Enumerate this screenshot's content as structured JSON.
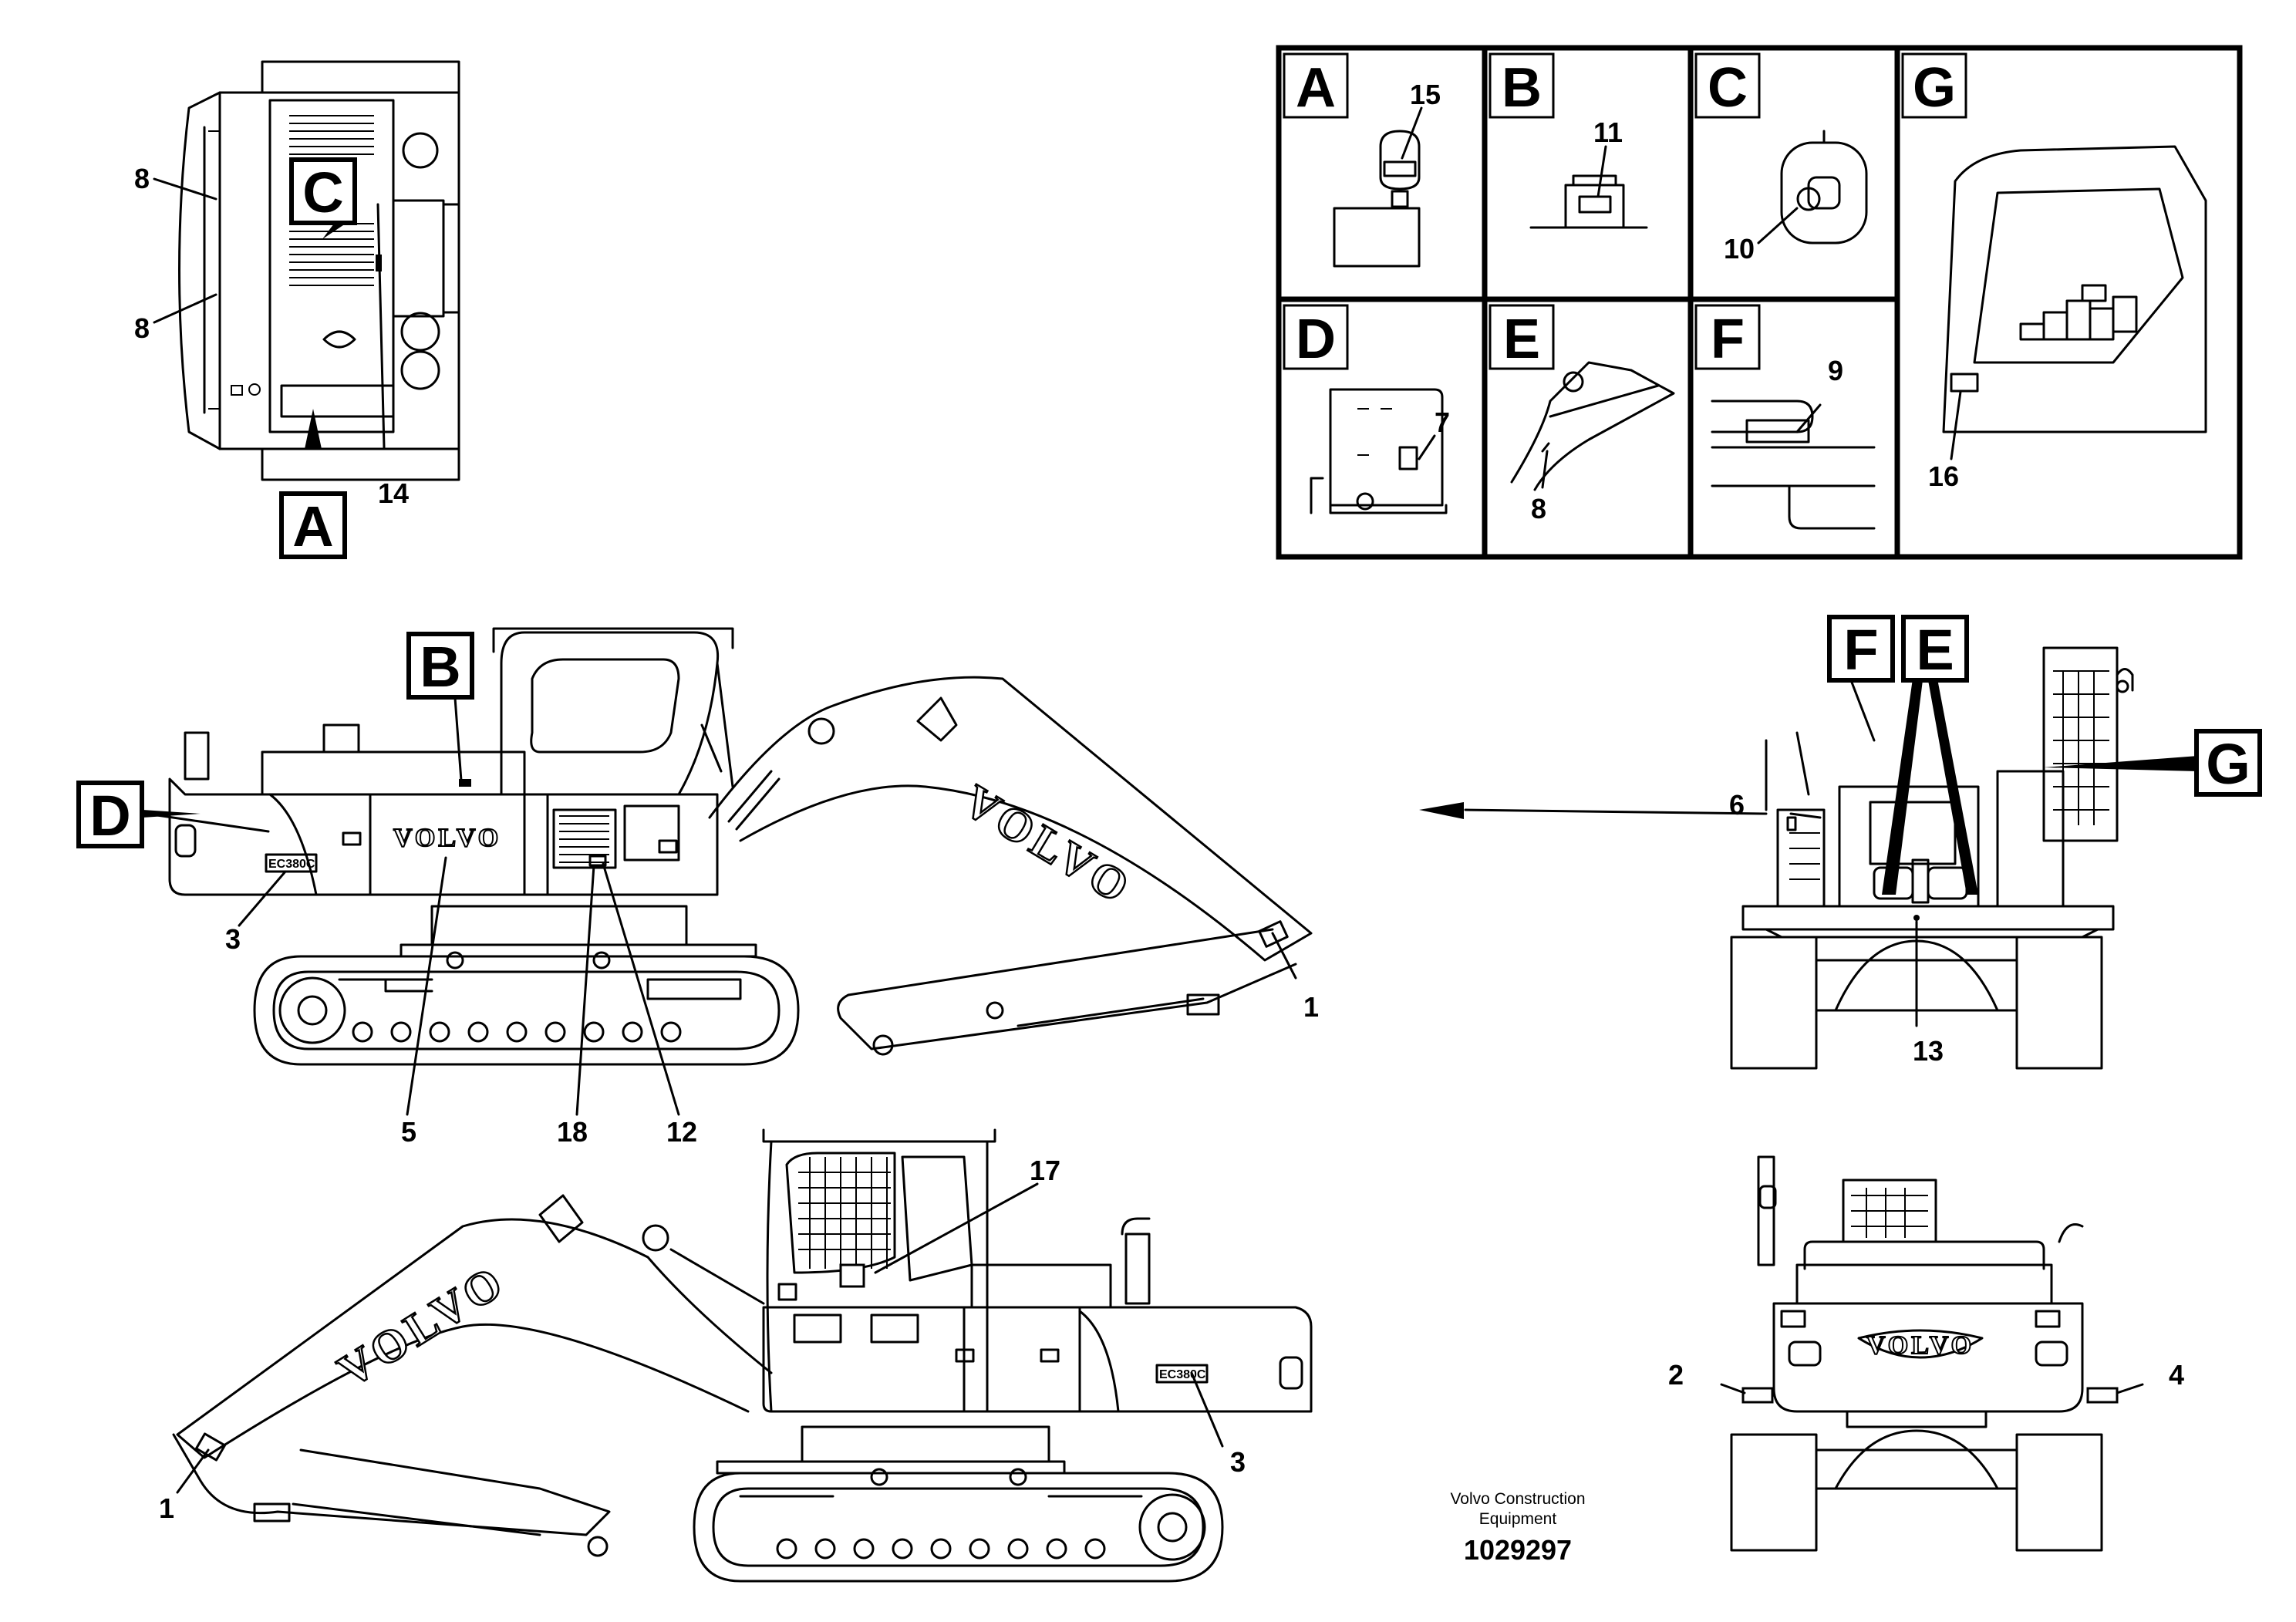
{
  "reference_labels": {
    "r1a": "1",
    "r1b": "1",
    "r2": "2",
    "r3a": "3",
    "r3b": "3",
    "r4": "4",
    "r5": "5",
    "r6": "6",
    "r7": "7",
    "r8a": "8",
    "r8b": "8",
    "r8c": "8",
    "r9": "9",
    "r10": "10",
    "r11": "11",
    "r12": "12",
    "r13": "13",
    "r14": "14",
    "r15": "15",
    "r16": "16",
    "r17": "17",
    "r18": "18"
  },
  "callout_boxes": {
    "A": "A",
    "B": "B",
    "C": "C",
    "D": "D",
    "E": "E",
    "F": "F",
    "G": "G"
  },
  "detail_panels": {
    "A": "A",
    "B": "B",
    "C": "C",
    "D": "D",
    "E": "E",
    "F": "F",
    "G": "G"
  },
  "machine_text": {
    "brand_small": "VOLVO",
    "brand_boom": "VOLVO",
    "model_badge": "EC380C"
  },
  "footer": {
    "line1": "Volvo Construction",
    "line2": "Equipment",
    "part_number": "1029297"
  }
}
